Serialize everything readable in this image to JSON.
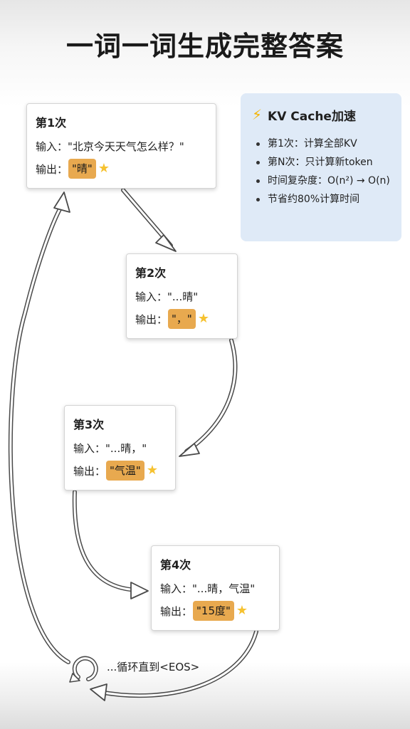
{
  "title": "一词一词生成完整答案",
  "steps": [
    {
      "label": "第1次",
      "input_label": "输入：",
      "input_value": "\"北京今天天气怎么样？\"",
      "output_label": "输出：",
      "output_token": "\"晴\""
    },
    {
      "label": "第2次",
      "input_label": "输入：",
      "input_value": "\"...晴\"",
      "output_label": "输出：",
      "output_token": "\"，\""
    },
    {
      "label": "第3次",
      "input_label": "输入：",
      "input_value": "\"...晴，\"",
      "output_label": "输出：",
      "output_token": "\"气温\""
    },
    {
      "label": "第4次",
      "input_label": "输入：",
      "input_value": "\"...晴，气温\"",
      "output_label": "输出：",
      "output_token": "\"15度\""
    }
  ],
  "kv_cache": {
    "title": "KV Cache加速",
    "icon": "lightning-icon",
    "items": [
      "第1次：计算全部KV",
      "第N次：只计算新token",
      "时间复杂度：O(n²) → O(n)",
      "节省约80%计算时间"
    ]
  },
  "loop_label": "...循环直到<EOS>",
  "colors": {
    "highlight": "#e8a94f",
    "kv_background": "#dfeaf7",
    "star": "#f6c230",
    "bolt": "#f5b400"
  }
}
